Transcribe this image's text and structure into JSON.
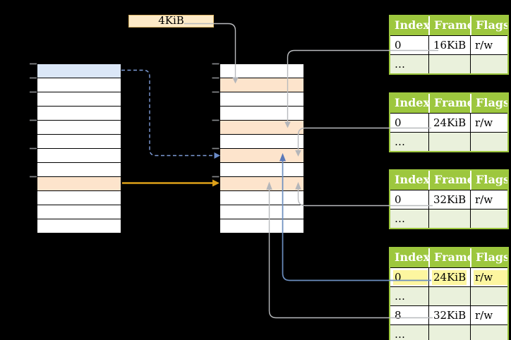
{
  "labels": {
    "page_size": "4KiB",
    "ellipsis": "…"
  },
  "virtual_memory": {
    "description": "left column: virtual memory, 12 page slots",
    "row_count": 12,
    "blue_row_index": 0,
    "orange_row_index": 8
  },
  "physical_memory": {
    "description": "middle column: physical memory, 12 frames of 4KiB",
    "row_count": 12,
    "orange_row_indices": [
      1,
      4,
      6,
      8
    ]
  },
  "tables": [
    {
      "headers": [
        "Index",
        "Frame",
        "Flags"
      ],
      "rows": [
        [
          "0",
          "16KiB",
          "r/w"
        ],
        [
          "…",
          "",
          ""
        ]
      ]
    },
    {
      "headers": [
        "Index",
        "Frame",
        "Flags"
      ],
      "rows": [
        [
          "0",
          "24KiB",
          "r/w"
        ],
        [
          "…",
          "",
          ""
        ]
      ]
    },
    {
      "headers": [
        "Index",
        "Frame",
        "Flags"
      ],
      "rows": [
        [
          "0",
          "32KiB",
          "r/w"
        ],
        [
          "…",
          "",
          ""
        ]
      ]
    },
    {
      "headers": [
        "Index",
        "Frame",
        "Flags"
      ],
      "rows": [
        [
          "0",
          "24KiB",
          "r/w"
        ],
        [
          "…",
          "",
          ""
        ],
        [
          "8",
          "32KiB",
          "r/w"
        ],
        [
          "…",
          "",
          ""
        ]
      ],
      "highlighted_row_index": 0
    }
  ],
  "connections": [
    {
      "from": "page-size-label-4KiB",
      "to": "physical-frame-row-2",
      "style": "gray"
    },
    {
      "from": "page-table-1-entry-0-16KiB",
      "to": "physical-frame-row-5",
      "style": "gray"
    },
    {
      "from": "page-table-2-entry-0-24KiB",
      "to": "physical-frame-row-7",
      "style": "gray"
    },
    {
      "from": "page-table-3-entry-0-32KiB",
      "to": "physical-frame-row-9",
      "style": "gray"
    },
    {
      "from": "page-table-4-entry-0-24KiB",
      "to": "physical-frame-row-7",
      "style": "solid-blue"
    },
    {
      "from": "page-table-4-entry-8-32KiB",
      "to": "physical-frame-row-9",
      "style": "gray"
    },
    {
      "from": "virtual-memory-row-1",
      "to": "physical-frame-row-7",
      "style": "dashed-blue"
    },
    {
      "from": "virtual-memory-row-9",
      "to": "physical-frame-row-9",
      "style": "solid-orange"
    }
  ],
  "colors": {
    "background": "#000000",
    "table_header_green": "#9dc73e",
    "table_row_light_green": "#eaf1dc",
    "memory_row_orange": "#fde4cc",
    "memory_row_blue": "#dbe7f7",
    "page_size_box_fill": "#fdeac7",
    "page_size_box_border": "#dcb567",
    "highlight_yellow": "#fdf6a0",
    "arrow_gray": "#b8babd",
    "arrow_orange": "#dda019",
    "arrow_blue": "#6c8ebf",
    "arrow_dashed_blue": "#7d9bd6"
  }
}
